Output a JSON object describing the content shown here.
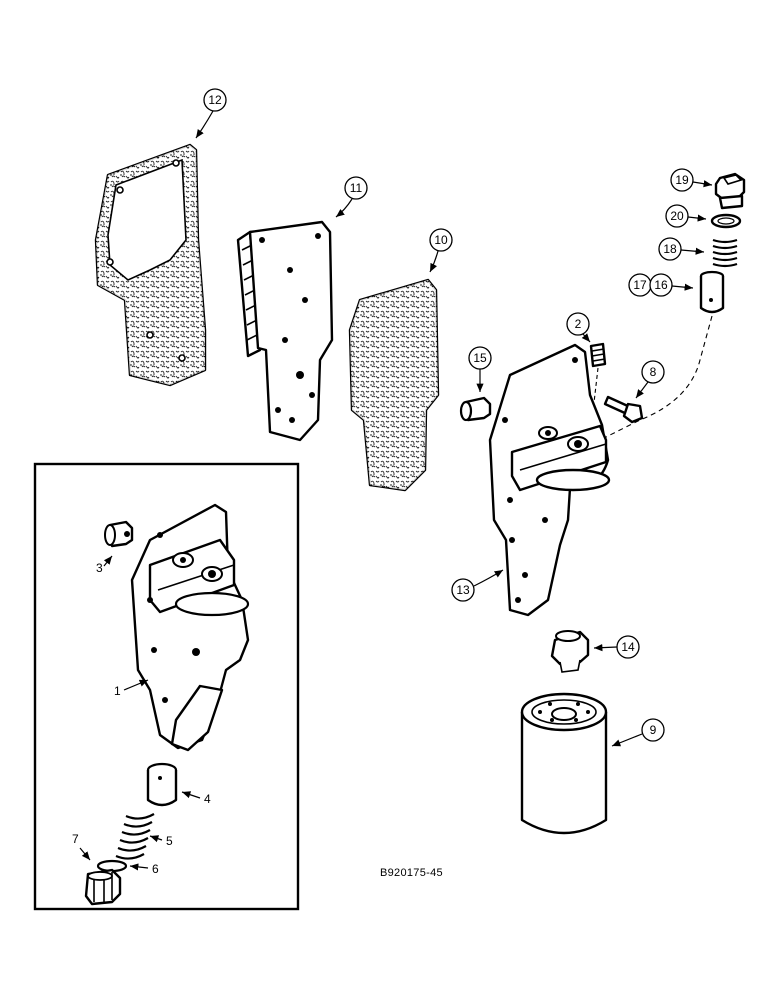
{
  "diagram": {
    "reference": "B920175-45",
    "callouts": [
      "12",
      "11",
      "10",
      "19",
      "20",
      "18",
      "17",
      "16",
      "2",
      "15",
      "8",
      "13",
      "14",
      "9"
    ],
    "inset_labels": [
      "3",
      "1",
      "4",
      "5",
      "6",
      "7"
    ]
  },
  "colors": {
    "ink": "#000000",
    "paper": "#ffffff",
    "gasket_texture": "#000000"
  },
  "icons": [
    "arrow-leader-icon"
  ]
}
